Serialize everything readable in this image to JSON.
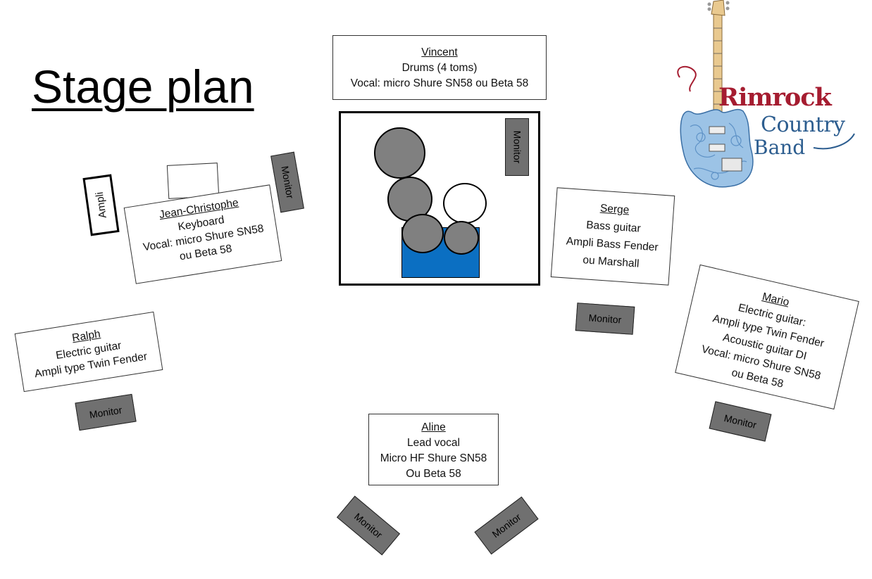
{
  "title": "Stage plan",
  "logo": {
    "line1": "Rimrock",
    "line2": "Country",
    "line3": "Band",
    "colors": {
      "red": "#a51c30",
      "blue": "#2c5d8f"
    }
  },
  "musicians": {
    "vincent": {
      "name": "Vincent",
      "line1": "Drums (4 toms)",
      "line2": "Vocal: micro Shure SN58 ou Beta 58"
    },
    "jean_christophe": {
      "name": "Jean-Christophe",
      "line1": "Keyboard",
      "line2": "Vocal: micro Shure SN58",
      "line3": "ou Beta 58"
    },
    "serge": {
      "name": "Serge",
      "line1": "Bass guitar",
      "line2": "Ampli Bass Fender",
      "line3": "ou Marshall"
    },
    "ralph": {
      "name": "Ralph",
      "line1": "Electric guitar",
      "line2": "Ampli type Twin Fender"
    },
    "mario": {
      "name": "Mario",
      "line1": "Electric guitar:",
      "line2": "Ampli type Twin Fender",
      "line3": "Acoustic guitar DI",
      "line4": "Vocal: micro Shure SN58",
      "line5": "ou Beta 58"
    },
    "aline": {
      "name": "Aline",
      "line1": "Lead vocal",
      "line2": "Micro HF Shure SN58",
      "line3": "Ou Beta 58"
    }
  },
  "labels": {
    "monitor": "Monitor",
    "ampli": "Ampli"
  },
  "colors": {
    "monitor": "#707070",
    "drum": "#808080",
    "drum_base": "#0b6fc2"
  }
}
